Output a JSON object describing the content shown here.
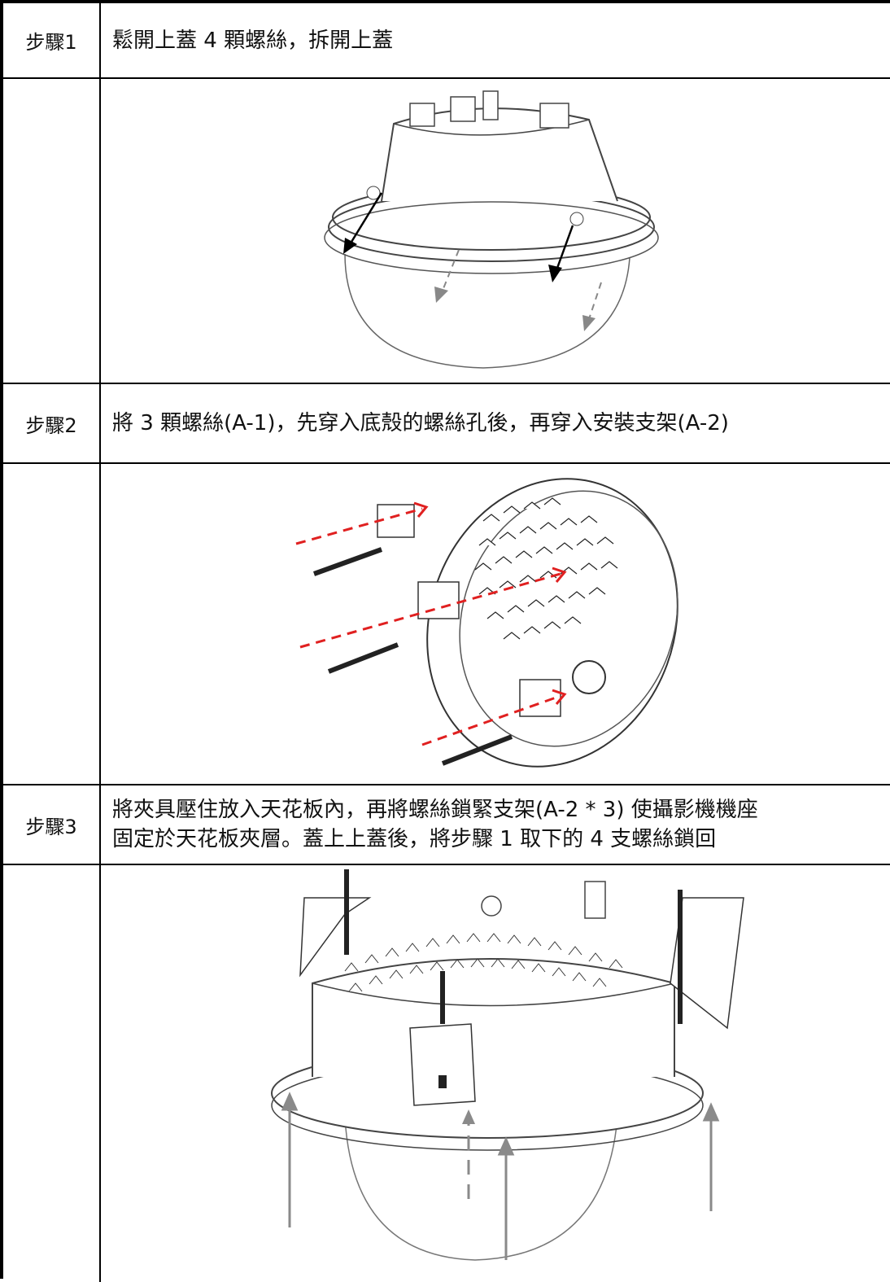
{
  "steps": [
    {
      "label": "步驟1",
      "text": "鬆開上蓋 4 顆螺絲，拆開上蓋"
    },
    {
      "label": "步驟2",
      "text": "將 3 顆螺絲(A-1)，先穿入底殼的螺絲孔後，再穿入安裝支架(A-2)"
    },
    {
      "label": "步驟3",
      "text_line1": "將夾具壓住放入天花板內，再將螺絲鎖緊支架(A-2 * 3) 使攝影機機座",
      "text_line2": "固定於天花板夾層。蓋上上蓋後，將步驟 1 取下的 4 支螺絲鎖回"
    }
  ],
  "figures": {
    "step1": "camera-dome-remove-cover-diagram",
    "step2": "base-screws-bracket-diagram",
    "step3": "ceiling-clamp-mount-diagram"
  },
  "colors": {
    "border": "#000000",
    "arrow_red": "#e02020",
    "arrow_gray": "#8a8a8a"
  }
}
